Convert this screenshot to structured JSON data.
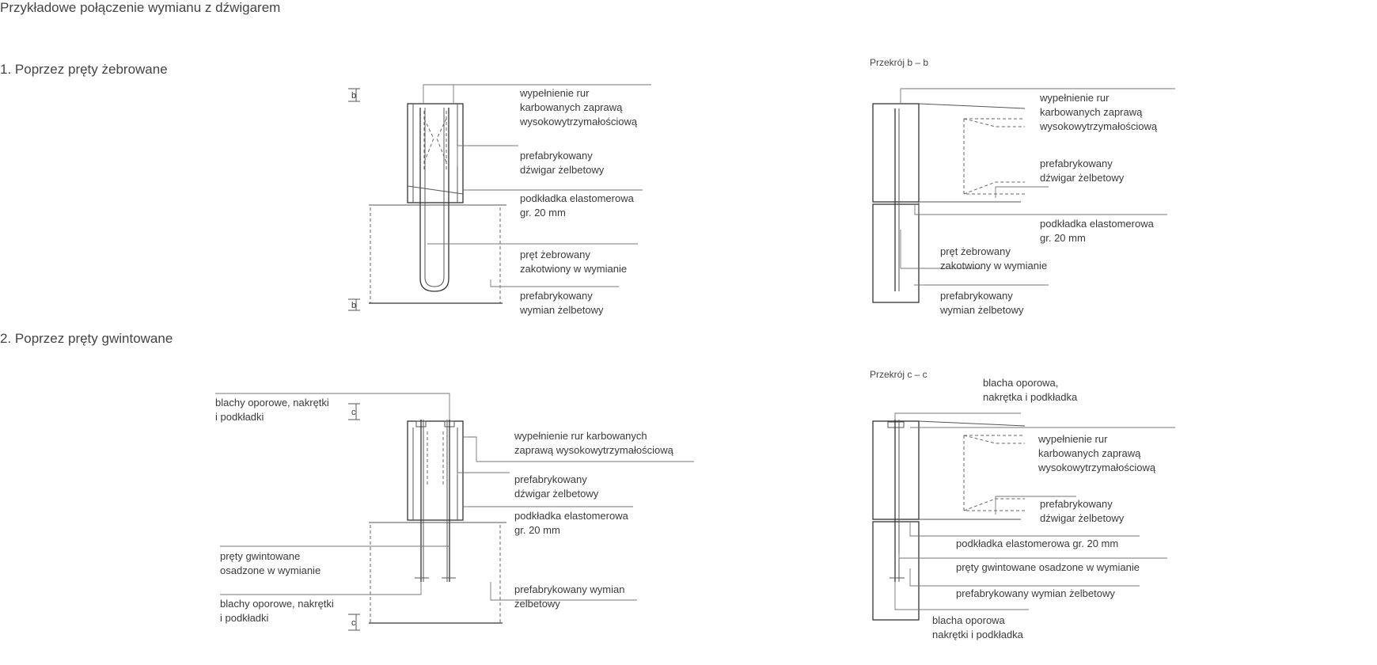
{
  "title": "Przykładowe połączenie wymianu z dźwigarem",
  "section1": {
    "title": "1. Poprzez pręty żebrowane",
    "labels": {
      "fill": [
        "wypełnienie rur",
        "karbowanych zaprawą",
        "wysokowytrzymałościową"
      ],
      "girder": [
        "prefabrykowany",
        "dźwigar żelbetowy"
      ],
      "pad": [
        "podkładka elastomerowa",
        "gr. 20 mm"
      ],
      "bar": [
        "pręt żebrowany",
        "zakotwiony w wymianie"
      ],
      "beam": [
        "prefabrykowany",
        "wymian żelbetowy"
      ]
    },
    "cut_mark": "b"
  },
  "section2": {
    "title": "2. Poprzez pręty gwintowane",
    "labels": {
      "plates_top": [
        "blachy oporowe, nakrętki",
        "i podkładki"
      ],
      "fill": [
        "wypełnienie rur karbowanych",
        "zaprawą wysokowytrzymałościową"
      ],
      "girder": [
        "prefabrykowany",
        "dźwigar żelbetowy"
      ],
      "pad": [
        "podkładka elastomerowa",
        "gr. 20 mm"
      ],
      "bars": [
        "pręty gwintowane",
        "osadzone w wymianie"
      ],
      "beam": [
        "prefabrykowany wymian",
        "żelbetowy"
      ],
      "plates_bottom": [
        "blachy oporowe, nakrętki",
        "i podkładki"
      ]
    },
    "cut_mark": "c"
  },
  "section_bb": {
    "title": "Przekrój b – b",
    "labels": {
      "fill": [
        "wypełnienie rur",
        "karbowanych zaprawą",
        "wysokowytrzymałościową"
      ],
      "girder": [
        "prefabrykowany",
        "dźwigar żelbetowy"
      ],
      "pad": [
        "podkładka elastomerowa",
        "gr. 20 mm"
      ],
      "bar": [
        "pręt żebrowany",
        "zakotwiony w wymianie"
      ],
      "beam": [
        "prefabrykowany",
        "wymian żelbetowy"
      ]
    }
  },
  "section_cc": {
    "title": "Przekrój c – c",
    "labels": {
      "plate_top": [
        "blacha oporowa,",
        "nakrętka i podkładka"
      ],
      "fill": [
        "wypełnienie rur",
        "karbowanych zaprawą",
        "wysokowytrzymałościową"
      ],
      "girder": [
        "prefabrykowany",
        "dźwigar żelbetowy"
      ],
      "pad": [
        "podkładka elastomerowa gr. 20 mm"
      ],
      "bars": [
        "pręty gwintowane osadzone w wymianie"
      ],
      "beam": [
        "prefabrykowany wymian żelbetowy"
      ],
      "plate_bottom": [
        "blacha oporowa",
        "nakrętki i podkładka"
      ]
    }
  }
}
